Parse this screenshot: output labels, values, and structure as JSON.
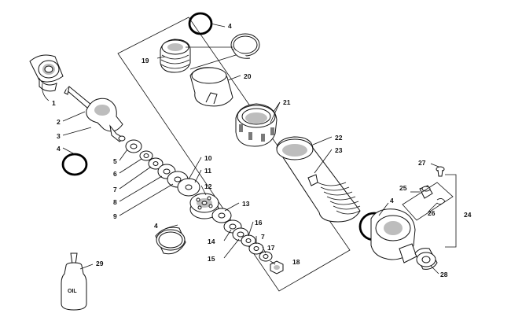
{
  "labels": {
    "l1": "1",
    "l2": "2",
    "l3": "3",
    "l4a": "4",
    "l4b": "4",
    "l4c": "4",
    "l4d": "4",
    "l5": "5",
    "l6": "6",
    "l7a": "7",
    "l7b": "7",
    "l8": "8",
    "l9": "9",
    "l10": "10",
    "l11": "11",
    "l12": "12",
    "l13": "13",
    "l14": "14",
    "l15": "15",
    "l16": "16",
    "l17": "17",
    "l18": "18",
    "l19": "19",
    "l20": "20",
    "l21": "21",
    "l22": "22",
    "l23": "23",
    "l24": "24",
    "l25": "25",
    "l26": "26",
    "l27": "27",
    "l28": "28",
    "l29": "29"
  },
  "bottle_text": "OIL"
}
